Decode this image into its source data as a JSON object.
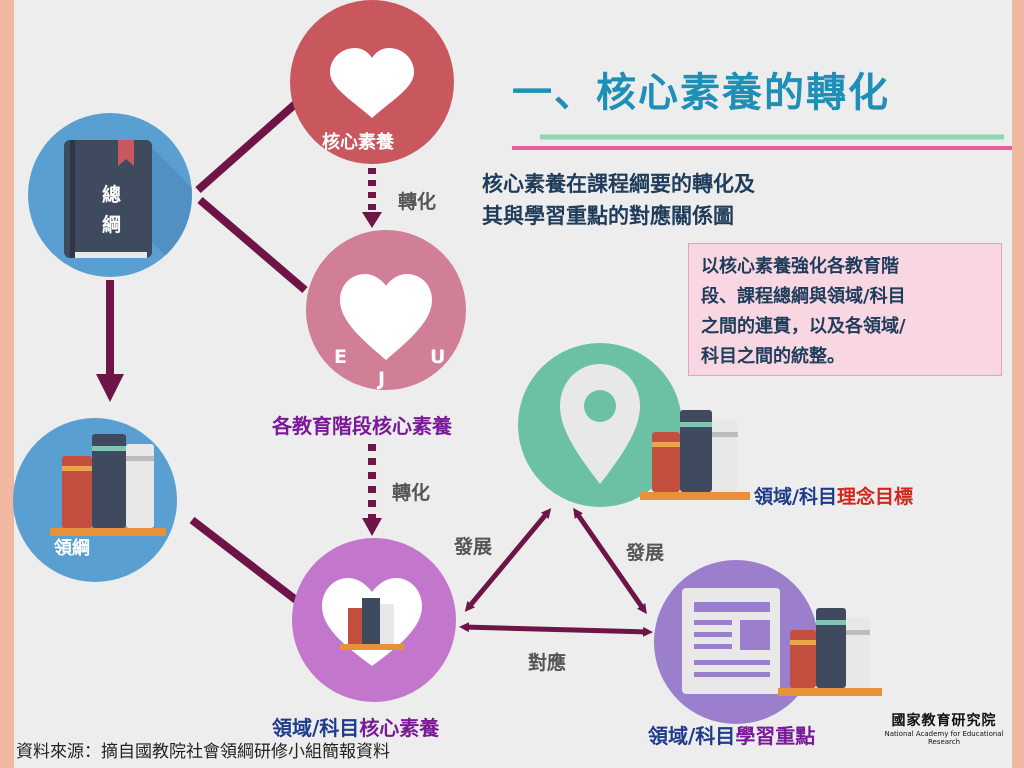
{
  "title": "一、核心素養的轉化",
  "subtitle": [
    "核心素養在課程綱要的轉化及",
    "其與學習重點的對應關係圖"
  ],
  "note": [
    "以核心素養強化各教育階",
    "段、課程總綱與領域/科目",
    "之間的連貫，以及各領域/",
    "科目之間的統整。"
  ],
  "nodes": {
    "core": "核心素養",
    "general": [
      "總",
      "綱"
    ],
    "stage_letters": [
      "E",
      "J",
      "U"
    ],
    "stage_label": "各教育階段核心素養",
    "field": "領綱",
    "field_core_prefix": "領域/科目",
    "field_core_highlight": "核心素養",
    "ideal_prefix": "領域/科目",
    "ideal_highlight": "理念目標",
    "learning_prefix": "領域/科目",
    "learning_highlight": "學習重點"
  },
  "edges": {
    "transform_1": "轉化",
    "transform_2": "轉化",
    "develop_left": "發展",
    "develop_right": "發展",
    "correspond": "對應"
  },
  "source": "資料來源：摘自國教院社會領綱研修小組簡報資料",
  "logo": {
    "cn": "國家教育研究院",
    "en": "National Academy for Educational Research"
  },
  "colors": {
    "title": "#1e8fb6",
    "connector": "#6e1446",
    "core_circle": "#c9575e",
    "stage_circle": "#d07f97",
    "general_circle": "#5a9fd2",
    "field_circle": "#5a9fd2",
    "field_core_circle": "#c277cc",
    "ideal_circle": "#6cc1a5",
    "learning_circle": "#9b7fcc",
    "accent_purple": "#7a1a9a",
    "accent_red": "#d0261c"
  }
}
